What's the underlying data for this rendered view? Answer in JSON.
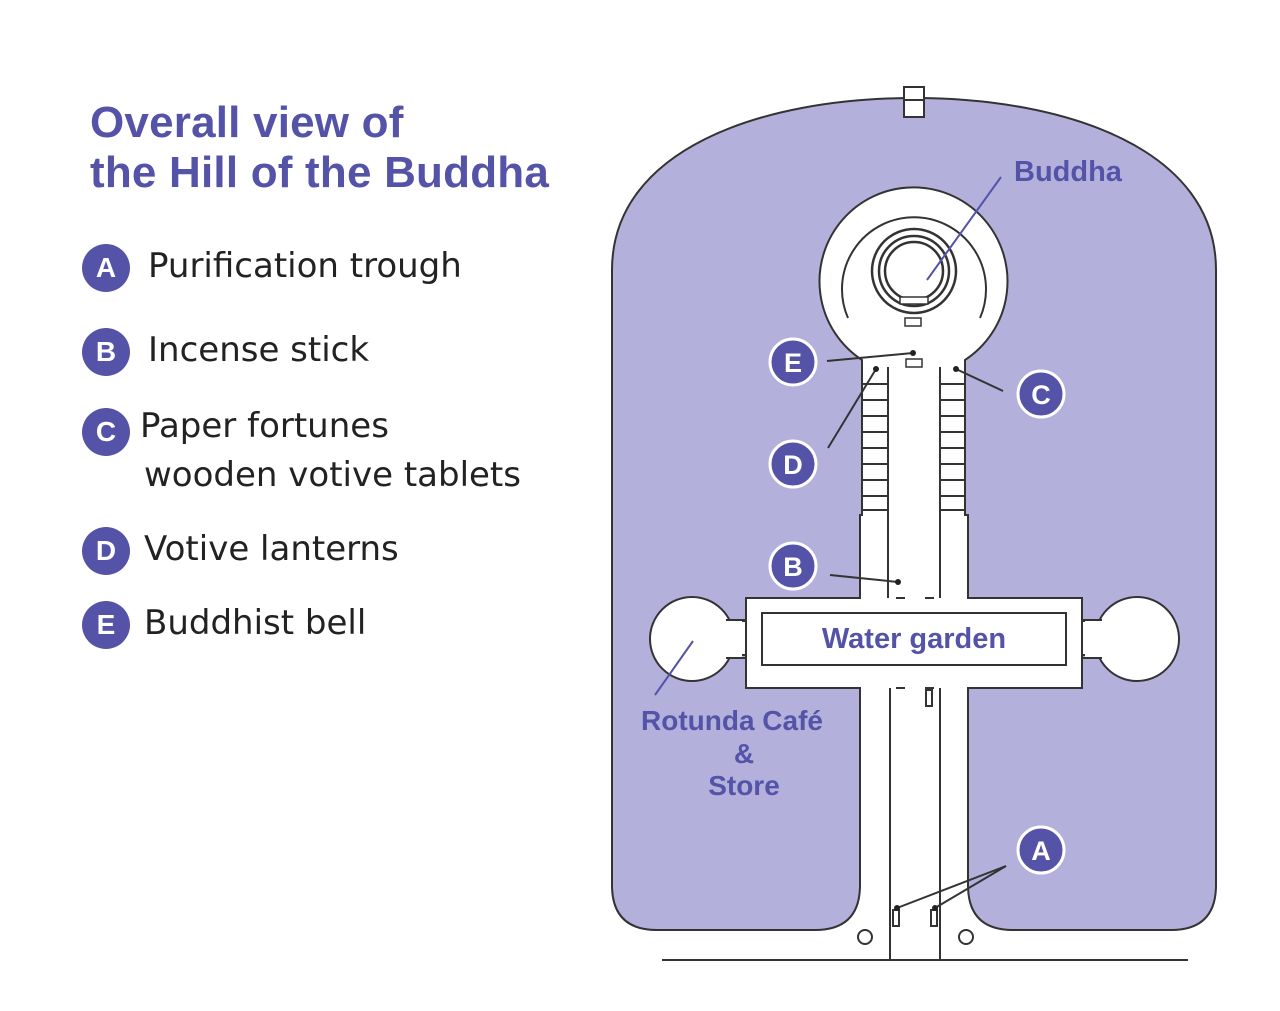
{
  "title": {
    "line1": "Overall view of",
    "line2": "the Hill of the Buddha"
  },
  "legend": [
    {
      "letter": "A",
      "lines": [
        "Purification trough"
      ]
    },
    {
      "letter": "B",
      "lines": [
        "Incense stick"
      ]
    },
    {
      "letter": "C",
      "lines": [
        "Paper fortunes",
        "wooden votive tablets"
      ]
    },
    {
      "letter": "D",
      "lines": [
        "Votive lanterns"
      ]
    },
    {
      "letter": "E",
      "lines": [
        "Buddhist bell"
      ]
    }
  ],
  "map": {
    "labels": {
      "buddha": "Buddha",
      "water_garden": "Water garden",
      "rotunda_line1": "Rotunda Café",
      "rotunda_line2": "&",
      "rotunda_line3": "Store"
    },
    "markers": [
      "A",
      "B",
      "C",
      "D",
      "E"
    ]
  },
  "colors": {
    "accent": "#5553a8",
    "hill_fill": "#b3b0dc",
    "outline": "#333333"
  }
}
